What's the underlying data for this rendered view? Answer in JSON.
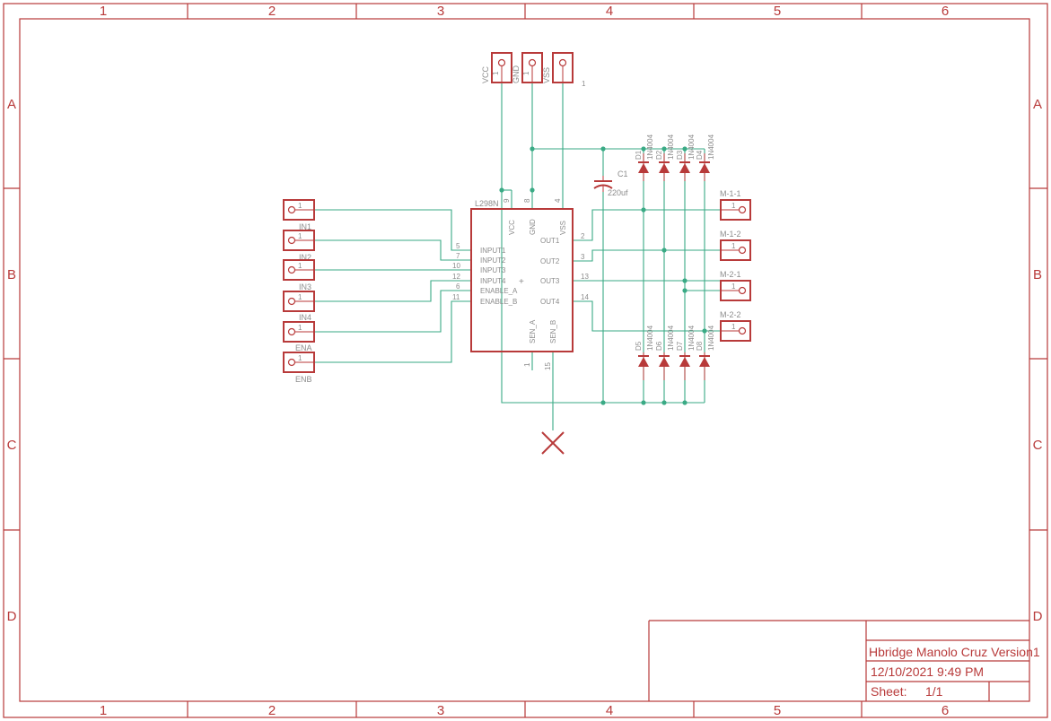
{
  "frame": {
    "col_labels": [
      "1",
      "2",
      "3",
      "4",
      "5",
      "6"
    ],
    "row_labels": [
      "A",
      "B",
      "C",
      "D"
    ],
    "border_color": "#b83a3a"
  },
  "title_block": {
    "title": "Hbridge Manolo Cruz Version1",
    "date": "12/10/2021 9:49 PM",
    "sheet_label": "Sheet:",
    "sheet_value": "1/1"
  },
  "colors": {
    "wire": "#3aaa85",
    "part": "#b83a3a",
    "text": "#8c8c8c"
  },
  "power_connectors": [
    {
      "name": "VCC",
      "pin": "1"
    },
    {
      "name": "GND",
      "pin": "1"
    },
    {
      "name": "VSS",
      "pin": "1"
    }
  ],
  "input_connectors": [
    {
      "name": "IN1",
      "pin": "1"
    },
    {
      "name": "IN2",
      "pin": "1"
    },
    {
      "name": "IN3",
      "pin": "1"
    },
    {
      "name": "IN4",
      "pin": "1"
    },
    {
      "name": "ENA",
      "pin": "1"
    },
    {
      "name": "ENB",
      "pin": "1"
    }
  ],
  "motor_connectors": [
    {
      "name": "M-1-1",
      "pin": "1"
    },
    {
      "name": "M-1-2",
      "pin": "1"
    },
    {
      "name": "M-2-1",
      "pin": "1"
    },
    {
      "name": "M-2-2",
      "pin": "1"
    }
  ],
  "ic": {
    "name": "L298N",
    "left_pins": [
      "INPUT1",
      "INPUT2",
      "INPUT3",
      "INPUT4",
      "ENABLE_A",
      "ENABLE_B"
    ],
    "left_pin_nums": [
      "5",
      "7",
      "10",
      "12",
      "6",
      "11"
    ],
    "right_pins": [
      "OUT1",
      "OUT2",
      "OUT3",
      "OUT4"
    ],
    "right_pin_nums": [
      "2",
      "3",
      "13",
      "14"
    ],
    "top_pins": [
      "VCC",
      "GND",
      "VSS"
    ],
    "top_pin_nums": [
      "9",
      "8",
      "4"
    ],
    "bottom_pins": [
      "SEN_A",
      "SEN_B"
    ],
    "bottom_pin_nums": [
      "1",
      "15"
    ]
  },
  "capacitor": {
    "name": "C1",
    "value": "220uf"
  },
  "diodes_top": [
    {
      "name": "D1",
      "value": "1N4004"
    },
    {
      "name": "D2",
      "value": "1N4004"
    },
    {
      "name": "D3",
      "value": "1N4004"
    },
    {
      "name": "D4",
      "value": "1N4004"
    }
  ],
  "diodes_bottom": [
    {
      "name": "D5",
      "value": "1N4004"
    },
    {
      "name": "D6",
      "value": "1N4004"
    },
    {
      "name": "D7",
      "value": "1N4004"
    },
    {
      "name": "D8",
      "value": "1N4004"
    }
  ]
}
